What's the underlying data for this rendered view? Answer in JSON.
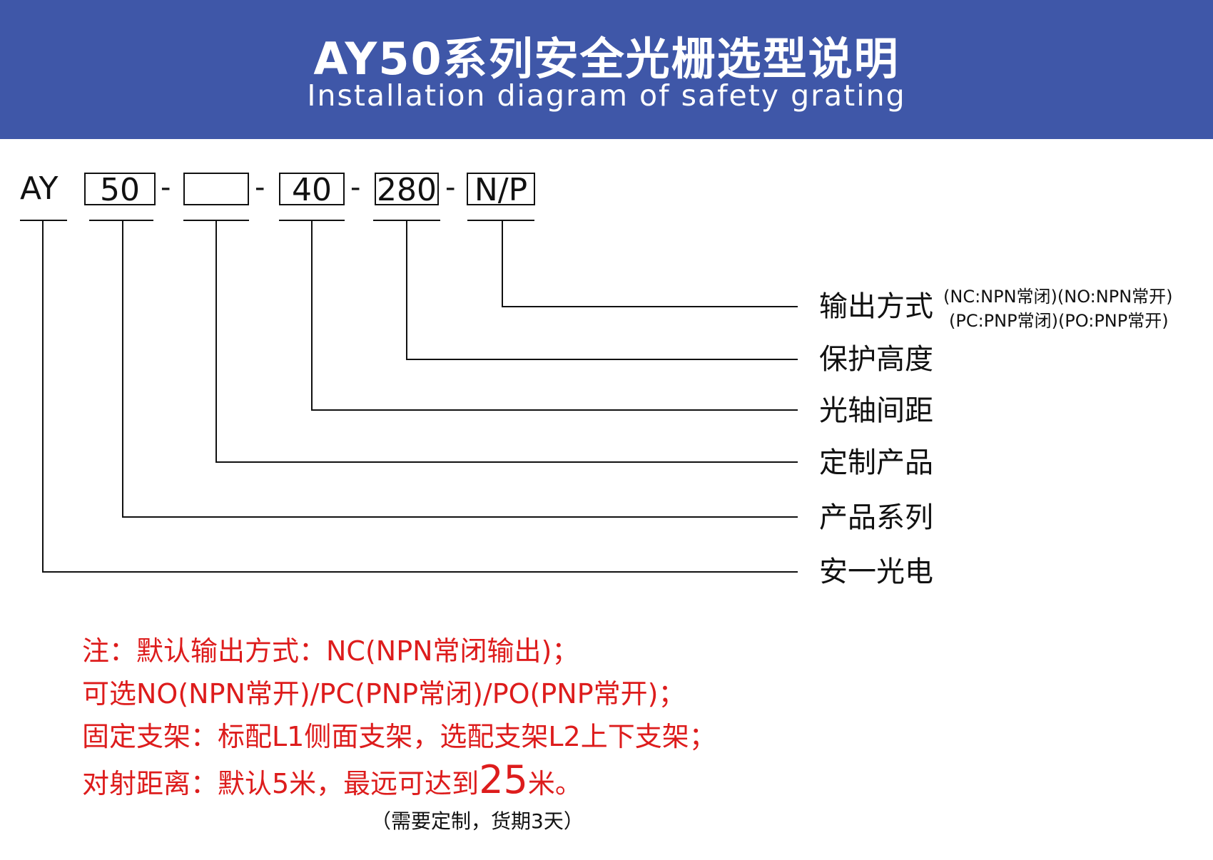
{
  "header": {
    "title": "AY50系列安全光栅选型说明",
    "subtitle": "Installation diagram of safety grating"
  },
  "code": {
    "parts": [
      "AY",
      "50",
      "",
      "40",
      "280",
      "N/P"
    ],
    "separator": "-"
  },
  "labels": {
    "output_mode": "输出方式",
    "output_options_line1": "(NC:NPN常闭)(NO:NPN常开)",
    "output_options_line2": "(PC:PNP常闭)(PO:PNP常开)",
    "protection_height": "保护高度",
    "beam_spacing": "光轴间距",
    "custom_product": "定制产品",
    "product_series": "产品系列",
    "brand": "安一光电"
  },
  "notes": {
    "line1": "注：默认输出方式：NC(NPN常闭输出)；",
    "line2": "可选NO(NPN常开)/PC(PNP常闭)/PO(PNP常开)；",
    "line3": "固定支架：标配L1侧面支架，选配支架L2上下支架；",
    "line4_prefix": "对射距离：默认5米，最远可达到",
    "line4_big": "25",
    "line4_suffix": "米。",
    "line5": "（需要定制，货期3天）"
  },
  "colors": {
    "header_bg": "#3f57a8",
    "note_red": "#dd1c1c"
  }
}
